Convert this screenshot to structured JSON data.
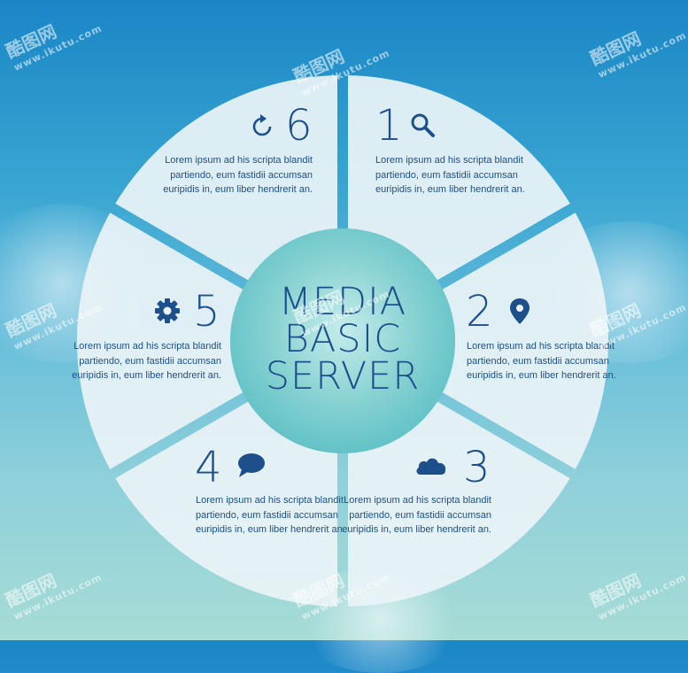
{
  "hub": {
    "line1": "MEDIA",
    "line2": "BASIC",
    "line3": "SERVER"
  },
  "segments": [
    {
      "number": "1",
      "icon": "search-icon",
      "text": "Lorem ipsum ad his scripta blandit partiendo, eum fastidii accumsan euripidis in, eum liber hendrerit an."
    },
    {
      "number": "2",
      "icon": "location-pin-icon",
      "text": "Lorem ipsum ad his scripta blandit partiendo, eum fastidii accumsan euripidis in, eum liber hendrerit an."
    },
    {
      "number": "3",
      "icon": "cloud-icon",
      "text": "Lorem ipsum ad his scripta blandit partiendo, eum fastidii accumsan euripidis in, eum liber hendrerit an."
    },
    {
      "number": "4",
      "icon": "speech-bubble-icon",
      "text": "Lorem ipsum ad his scripta blandit partiendo, eum fastidii accumsan euripidis in, eum liber hendrerit an."
    },
    {
      "number": "5",
      "icon": "gear-icon",
      "text": "Lorem ipsum ad his scripta blandit partiendo, eum fastidii accumsan euripidis in, eum liber hendrerit an."
    },
    {
      "number": "6",
      "icon": "refresh-icon",
      "text": "Lorem ipsum ad his scripta blandit partiendo, eum fastidii accumsan euripidis in, eum liber hendrerit an."
    }
  ],
  "watermark": {
    "brand": "酷图网",
    "url": "www.ikutu.com"
  },
  "colors": {
    "accent": "#1d4f8a",
    "segment_fill": "#e9f3f6",
    "hub_fill": "#7ccfd0"
  }
}
